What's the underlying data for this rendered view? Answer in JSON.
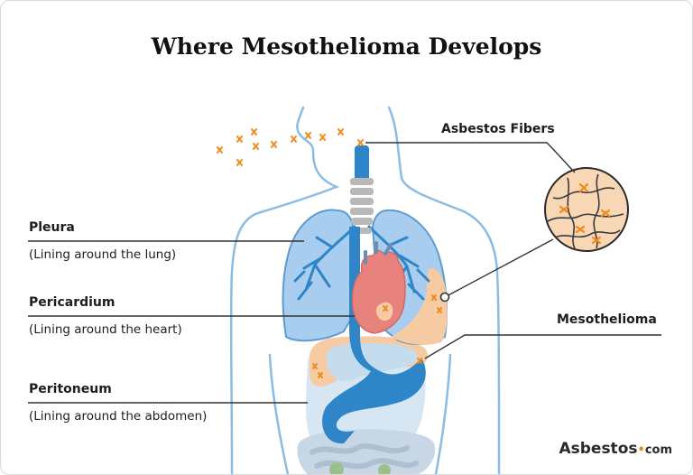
{
  "title": "Where Mesothelioma Develops",
  "labels": {
    "pleura": {
      "name": "Pleura",
      "desc": "(Lining around the lung)"
    },
    "pericardium": {
      "name": "Pericardium",
      "desc": "(Lining around the heart)"
    },
    "peritoneum": {
      "name": "Peritoneum",
      "desc": "(Lining around the abdomen)"
    },
    "asbestos_fibers": "Asbestos Fibers",
    "mesothelioma": "Mesothelioma"
  },
  "logo": {
    "name": "Asbestos",
    "dot": "•",
    "suffix": "com"
  },
  "colors": {
    "outline": "#8bbce4",
    "lung_fill": "#a9cdee",
    "airway": "#2e86c8",
    "heart": "#e8827c",
    "tumor": "#f6caa2",
    "fiber": "#f08a1c",
    "leader": "#333333"
  }
}
